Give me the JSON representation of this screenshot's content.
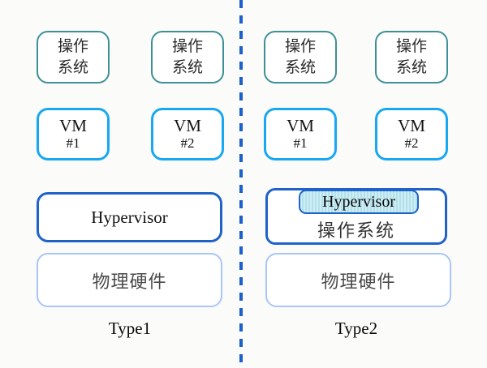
{
  "panels": [
    {
      "caption": "Type1",
      "os_boxes": [
        {
          "line1": "操作",
          "line2": "系统"
        },
        {
          "line1": "操作",
          "line2": "系统"
        }
      ],
      "vm_boxes": [
        {
          "line1": "VM",
          "line2": "#1"
        },
        {
          "line1": "VM",
          "line2": "#2"
        }
      ],
      "hypervisor": "Hypervisor",
      "hardware": "物理硬件"
    },
    {
      "caption": "Type2",
      "os_boxes": [
        {
          "line1": "操作",
          "line2": "系统"
        },
        {
          "line1": "操作",
          "line2": "系统"
        }
      ],
      "vm_boxes": [
        {
          "line1": "VM",
          "line2": "#1"
        },
        {
          "line1": "VM",
          "line2": "#2"
        }
      ],
      "hypervisor": "Hypervisor",
      "host_os": "操作系统",
      "hardware": "物理硬件"
    }
  ],
  "colors": {
    "background": "#FBFBF9",
    "os_border": "#3E9096",
    "vm_border": "#18A8F0",
    "hypervisor_border": "#1F63C8",
    "hardware_border": "#A9C6F7",
    "divider": "#1C60CE",
    "stripe_light": "#CDEEF5",
    "stripe_dark": "#B5E0EA"
  }
}
